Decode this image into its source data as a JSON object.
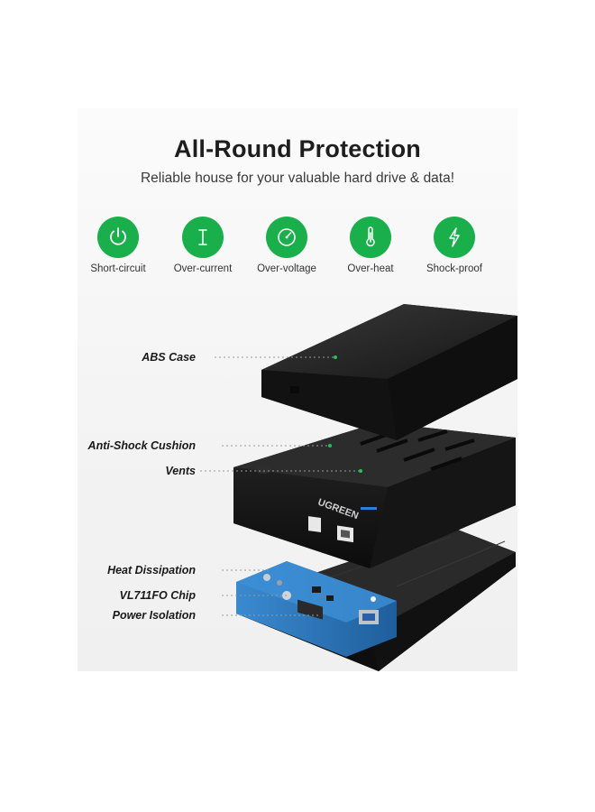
{
  "heading": {
    "title": "All-Round Protection",
    "subtitle": "Reliable house for your valuable hard drive & data!"
  },
  "features": [
    {
      "label": "Short-circuit",
      "icon": "power-icon"
    },
    {
      "label": "Over-current",
      "icon": "current-icon"
    },
    {
      "label": "Over-voltage",
      "icon": "gauge-icon"
    },
    {
      "label": "Over-heat",
      "icon": "thermometer-icon"
    },
    {
      "label": "Shock-proof",
      "icon": "lightning-icon"
    }
  ],
  "callouts": {
    "abs_case": "ABS Case",
    "anti_shock": "Anti-Shock Cushion",
    "vents": "Vents",
    "heat": "Heat Dissipation",
    "chip": "VL711FO Chip",
    "isolation": "Power Isolation"
  },
  "product": {
    "brand": "UGREEN"
  },
  "colors": {
    "accent_green": "#19b04b",
    "case_black": "#1c1c1c",
    "pcb_blue": "#2f7ec4"
  }
}
